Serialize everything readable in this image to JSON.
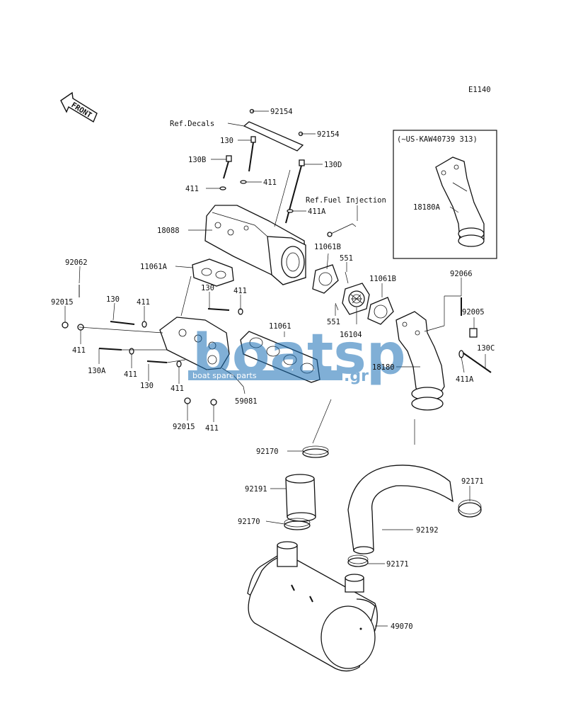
{
  "diagram_code": "E1140",
  "front_arrow_text": "FRONT",
  "watermark": {
    "brand": "boatsp",
    "suffix": ".gr",
    "tagline": "boat spare parts",
    "color": "#1a6fb5"
  },
  "inset_title": "(~US-KAW40739 313)",
  "labels": {
    "l92154a": "92154",
    "refDecals": "Ref.Decals",
    "l130top": "130",
    "l92154b": "92154",
    "l130B": "130B",
    "l130D": "130D",
    "l411a": "411",
    "l411b": "411",
    "refFuel": "Ref.Fuel Injection",
    "l411A": "411A",
    "l18088": "18088",
    "l11061B1": "11061B",
    "l551a": "551",
    "l11061B2": "11061B",
    "l92062": "92062",
    "l11061A": "11061A",
    "l92066": "92066",
    "l130mid": "130",
    "l411c": "411",
    "l130left": "130",
    "l411d": "411",
    "l92015a": "92015",
    "l92005": "92005",
    "l551b": "551",
    "l16104": "16104",
    "l11061": "11061",
    "l411e": "411",
    "l130C": "130C",
    "l130A": "130A",
    "l411f": "411",
    "l18180": "18180",
    "l411A2": "411A",
    "l130bot": "130",
    "l411g": "411",
    "l59081": "59081",
    "l92015b": "92015",
    "l411h": "411",
    "l18180A": "18180A",
    "l92170a": "92170",
    "l92171a": "92171",
    "l92191": "92191",
    "l92170b": "92170",
    "l92192": "92192",
    "l92171b": "92171",
    "l49070": "49070"
  }
}
